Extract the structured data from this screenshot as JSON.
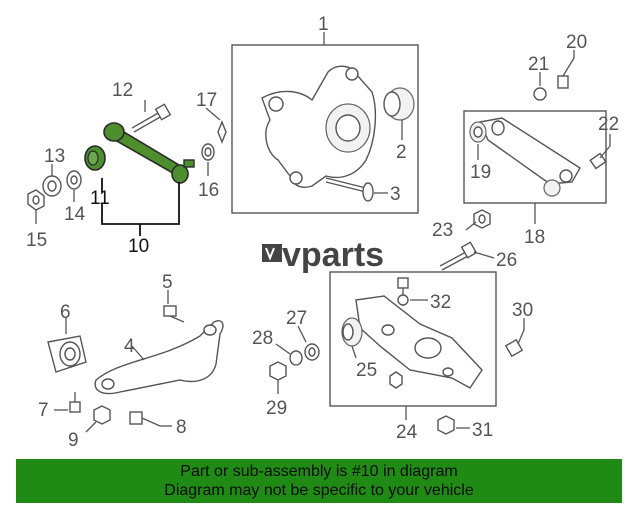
{
  "logo": {
    "text": "vparts"
  },
  "callouts": [
    "1",
    "2",
    "3",
    "4",
    "5",
    "6",
    "7",
    "8",
    "9",
    "10",
    "11",
    "12",
    "13",
    "14",
    "15",
    "16",
    "17",
    "18",
    "19",
    "20",
    "21",
    "22",
    "23",
    "24",
    "25",
    "26",
    "27",
    "28",
    "29",
    "30",
    "31",
    "32"
  ],
  "highlight_color": "#4d8f2c",
  "banner": {
    "color": "#1f8b14",
    "line1": "Part or sub-assembly is #10 in diagram",
    "line2": "Diagram may not be specific to your vehicle"
  }
}
